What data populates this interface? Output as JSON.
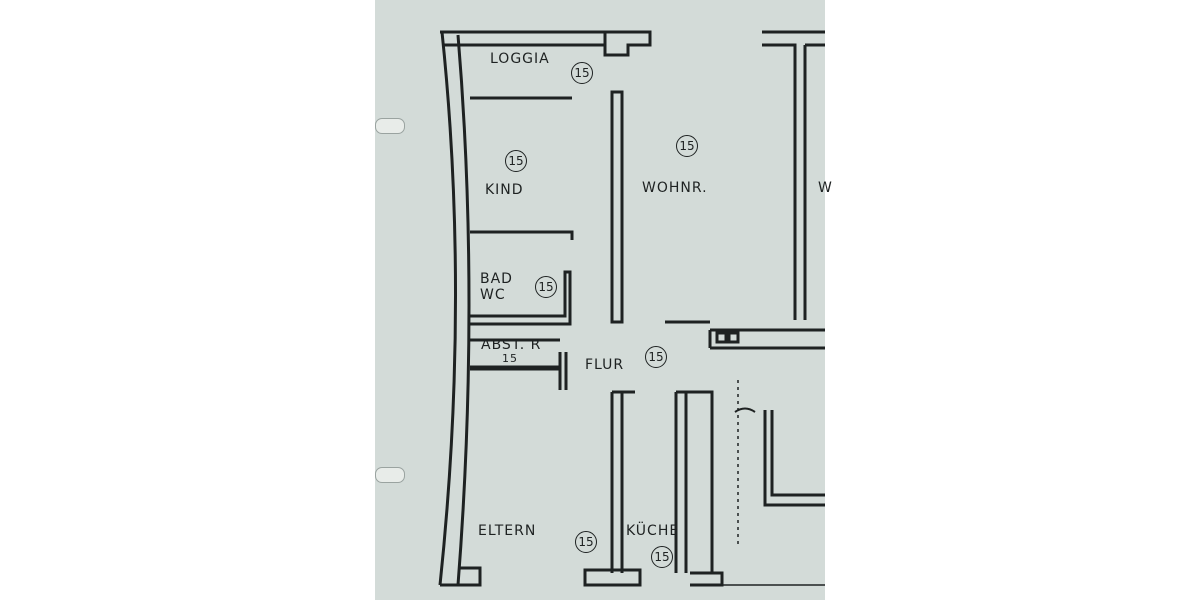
{
  "rooms": [
    {
      "id": "loggia",
      "label": "LOGGIA",
      "number": "15"
    },
    {
      "id": "kind",
      "label": "KIND",
      "number": "15"
    },
    {
      "id": "wohnr",
      "label": "WOHNR.",
      "number": "15"
    },
    {
      "id": "partial",
      "label": "W"
    },
    {
      "id": "bad",
      "label": "BAD",
      "label2": "WC",
      "number": "15"
    },
    {
      "id": "abstr",
      "label": "ABST. R",
      "number": "15"
    },
    {
      "id": "flur",
      "label": "FLUR",
      "number": "15"
    },
    {
      "id": "eltern",
      "label": "ELTERN",
      "number": "15"
    },
    {
      "id": "kueche",
      "label": "KÜCHE",
      "number": "15"
    }
  ]
}
